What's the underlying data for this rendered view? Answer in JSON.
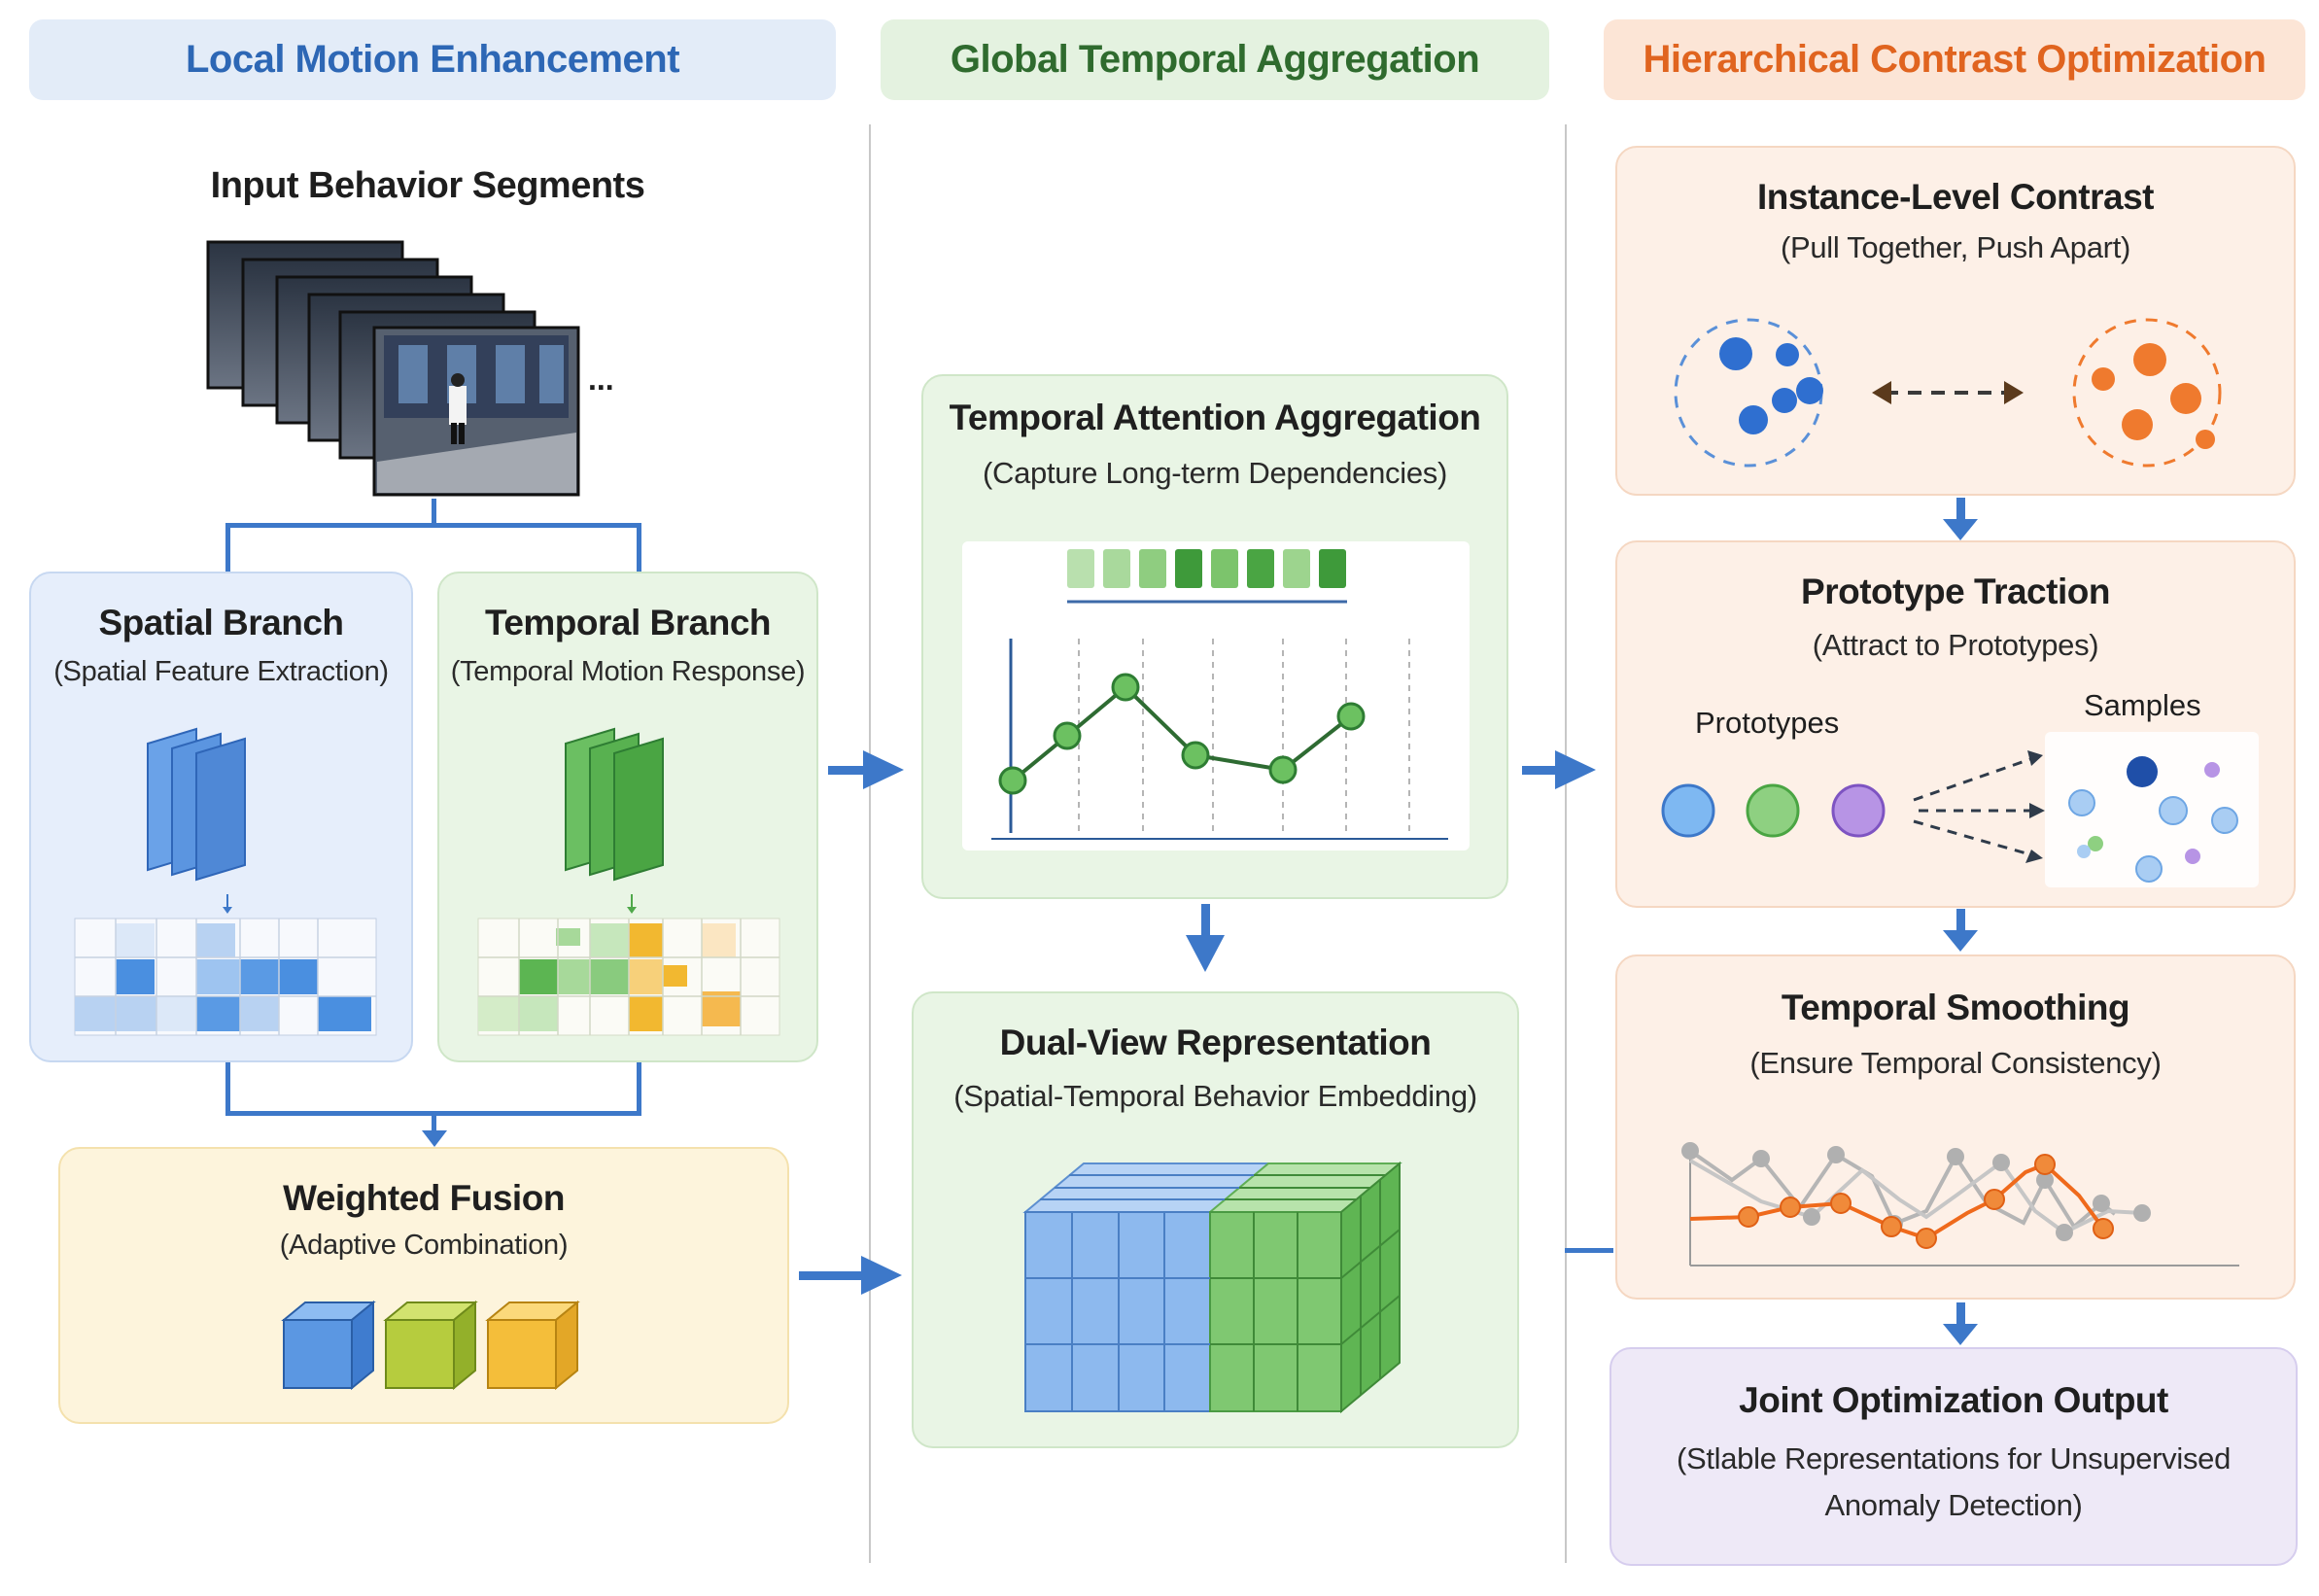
{
  "headers": {
    "local": "Local Motion Enhancement",
    "global": "Global Temporal Aggregation",
    "hierarchical": "Hierarchical Contrast Optimization"
  },
  "input": {
    "title": "Input Behavior Segments",
    "ellipsis": "..."
  },
  "spatial": {
    "title": "Spatial Branch",
    "subtitle": "(Spatial Feature Extraction)"
  },
  "temporal_branch": {
    "title": "Temporal Branch",
    "subtitle": "(Temporal Motion Response)"
  },
  "fusion": {
    "title": "Weighted Fusion",
    "subtitle": "(Adaptive Combination)"
  },
  "attention": {
    "title": "Temporal Attention Aggregation",
    "subtitle": "(Capture Long-term Dependencies)"
  },
  "dualview": {
    "title": "Dual-View Representation",
    "subtitle": "(Spatial-Temporal Behavior Embedding)"
  },
  "instance": {
    "title": "Instance-Level Contrast",
    "subtitle": "(Pull Together, Push Apart)"
  },
  "prototype": {
    "title": "Prototype Traction",
    "subtitle": "(Attract to Prototypes)",
    "prototypes_label": "Prototypes",
    "samples_label": "Samples"
  },
  "smoothing": {
    "title": "Temporal Smoothing",
    "subtitle": "(Ensure Temporal Consistency)"
  },
  "joint": {
    "title": "Joint Optimization Output",
    "subtitle_line1": "(Stlable Representations for Unsupervised",
    "subtitle_line2": "Anomaly Detection)"
  },
  "colors": {
    "blue": "#3d78c9",
    "green": "#4fa84a",
    "orange": "#ef7a2e",
    "yellow": "#f2b830",
    "purple": "#a77ed3"
  }
}
